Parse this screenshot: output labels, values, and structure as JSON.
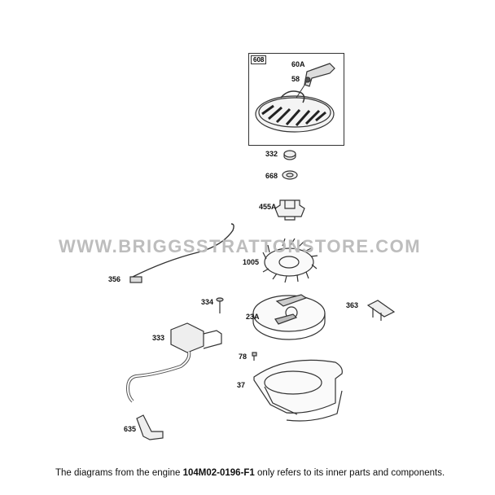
{
  "watermark": "WWW.BRIGGSSTRATTONSTORE.COM",
  "kit_box": {
    "label": "608"
  },
  "parts": [
    {
      "id": "60A",
      "name": "starter-handle"
    },
    {
      "id": "58",
      "name": "starter-rope"
    },
    {
      "id": "332",
      "name": "nut"
    },
    {
      "id": "668",
      "name": "washer"
    },
    {
      "id": "455A",
      "name": "starter-cup"
    },
    {
      "id": "1005",
      "name": "flywheel-fan"
    },
    {
      "id": "356",
      "name": "ground-wire"
    },
    {
      "id": "334",
      "name": "screw"
    },
    {
      "id": "23A",
      "name": "flywheel"
    },
    {
      "id": "363",
      "name": "bracket"
    },
    {
      "id": "333",
      "name": "armature-ignition-coil"
    },
    {
      "id": "78",
      "name": "bolt"
    },
    {
      "id": "37",
      "name": "blower-housing"
    },
    {
      "id": "635",
      "name": "spark-plug-boot"
    }
  ],
  "caption": {
    "prefix": "The diagrams from the engine ",
    "engine_model": "104M02-0196-F1",
    "suffix": " only refers to its inner parts and components."
  }
}
